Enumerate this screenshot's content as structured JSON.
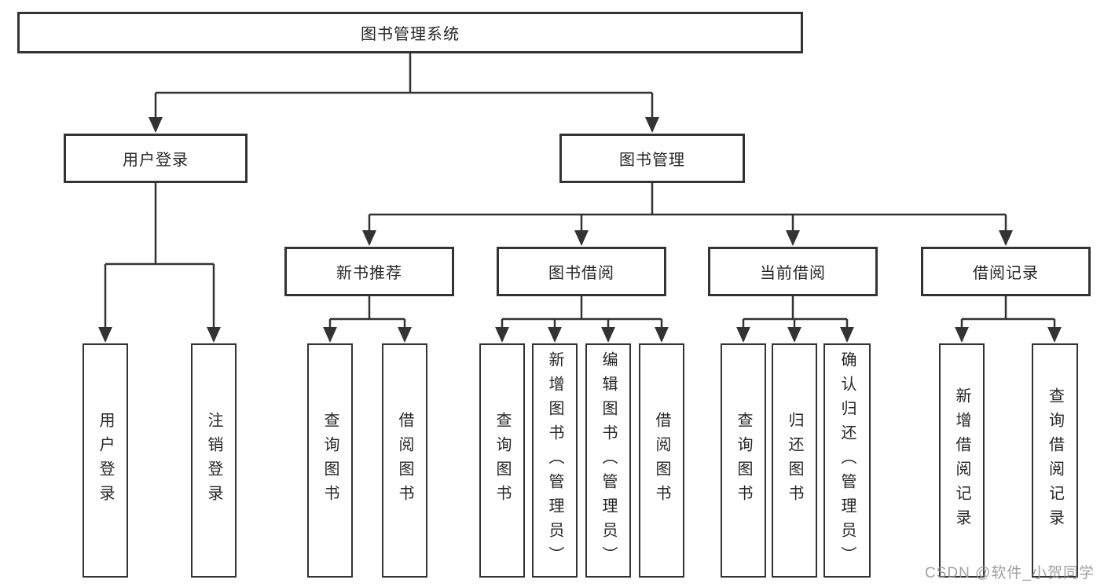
{
  "colors": {
    "line": "#333333",
    "text": "#262626",
    "box_background": "#ffffff",
    "watermark": "#969696"
  },
  "watermark": {
    "text": "CSDN @软件_小贺同学"
  },
  "diagram": {
    "root": {
      "label": "图书管理系统"
    },
    "level2": [
      {
        "label": "用户登录",
        "children": [
          {
            "label": "用户登录"
          },
          {
            "label": "注销登录"
          }
        ]
      },
      {
        "label": "图书管理",
        "children": [
          {
            "label": "新书推荐",
            "children": [
              {
                "label": "查询图书"
              },
              {
                "label": "借阅图书"
              }
            ]
          },
          {
            "label": "图书借阅",
            "children": [
              {
                "label": "查询图书"
              },
              {
                "label": "新增图书（管理员）"
              },
              {
                "label": "编辑图书（管理员）"
              },
              {
                "label": "借阅图书"
              }
            ]
          },
          {
            "label": "当前借阅",
            "children": [
              {
                "label": "查询图书"
              },
              {
                "label": "归还图书"
              },
              {
                "label": "确认归还（管理员）"
              }
            ]
          },
          {
            "label": "借阅记录",
            "children": [
              {
                "label": "新增借阅记录"
              },
              {
                "label": "查询借阅记录"
              }
            ]
          }
        ]
      }
    ]
  }
}
